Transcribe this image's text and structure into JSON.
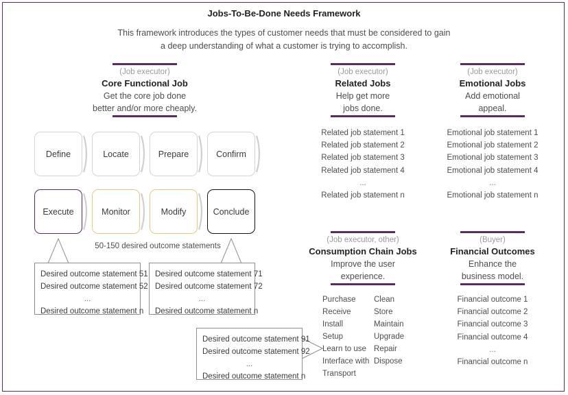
{
  "page": {
    "title": "Jobs-To-Be-Done Needs Framework",
    "subtitle_line1": "This framework introduces the types of customer needs that must be considered to gain",
    "subtitle_line2": "a deep understanding of what a customer is trying to accomplish."
  },
  "colors": {
    "frame_border": "#5b2a63",
    "accent": "#5b2a63",
    "stage_default_border": "#d4d4d4",
    "stage_purple_border": "#5b2a63",
    "stage_gold_border": "#e8c981",
    "stage_black_border": "#111111",
    "callout_border": "#8d8d8d",
    "role_text": "#9a9a9a",
    "body_text": "#4d4d4d",
    "heading_text": "#231f20"
  },
  "columns": {
    "core_functional_job": {
      "role": "(Job executor)",
      "name": "Core Functional Job",
      "desc_line1": "Get the core job done",
      "desc_line2": "better and/or more cheaply."
    },
    "related_jobs": {
      "role": "(Job executor)",
      "name": "Related Jobs",
      "desc_line1": "Help get more",
      "desc_line2": "jobs done.",
      "statements": [
        "Related job statement 1",
        "Related job statement 2",
        "Related job statement 3",
        "Related job statement 4",
        "...",
        "Related job statement n"
      ]
    },
    "emotional_jobs": {
      "role": "(Job executor)",
      "name": "Emotional Jobs",
      "desc_line1": "Add emotional",
      "desc_line2": "appeal.",
      "statements": [
        "Emotional job statement 1",
        "Emotional job statement 2",
        "Emotional job statement 3",
        "Emotional job statement 4",
        "...",
        "Emotional job statement n"
      ]
    },
    "consumption_chain_jobs": {
      "role": "(Job executor, other)",
      "name": "Consumption Chain Jobs",
      "desc_line1": "Improve the user",
      "desc_line2": "experience.",
      "items_left": [
        "Purchase",
        "Receive",
        "Install",
        "Setup",
        "Learn to use",
        "Interface with",
        "Transport"
      ],
      "items_right": [
        "Clean",
        "Store",
        "Maintain",
        "Upgrade",
        "Repair",
        "Dispose"
      ]
    },
    "financial_outcomes": {
      "role": "(Buyer)",
      "name": "Financial Outcomes",
      "desc_line1": "Enhance the",
      "desc_line2": "business model.",
      "statements": [
        "Financial outcome 1",
        "Financial outcome 2",
        "Financial outcome 3",
        "Financial outcome 4",
        "...",
        "Financial outcome n"
      ]
    }
  },
  "job_map": {
    "row1": [
      {
        "label": "Define",
        "style": "default"
      },
      {
        "label": "Locate",
        "style": "default"
      },
      {
        "label": "Prepare",
        "style": "default"
      },
      {
        "label": "Confirm",
        "style": "default"
      }
    ],
    "row2": [
      {
        "label": "Execute",
        "style": "purple"
      },
      {
        "label": "Monitor",
        "style": "gold"
      },
      {
        "label": "Modify",
        "style": "gold"
      },
      {
        "label": "Conclude",
        "style": "black"
      }
    ],
    "caption": "50-150 desired outcome statements"
  },
  "outcome_callouts": [
    {
      "id": "callout-execute",
      "lines": [
        "Desired outcome statement 51",
        "Desired outcome statement 52",
        "...",
        "Desired outcome statement n"
      ]
    },
    {
      "id": "callout-conclude",
      "lines": [
        "Desired outcome statement 71",
        "Desired outcome statement 72",
        "...",
        "Desired outcome statement n"
      ]
    },
    {
      "id": "callout-consumption",
      "lines": [
        "Desired outcome statement 91",
        "Desired outcome statement 92",
        "...",
        "Desired outcome statement n"
      ]
    }
  ]
}
